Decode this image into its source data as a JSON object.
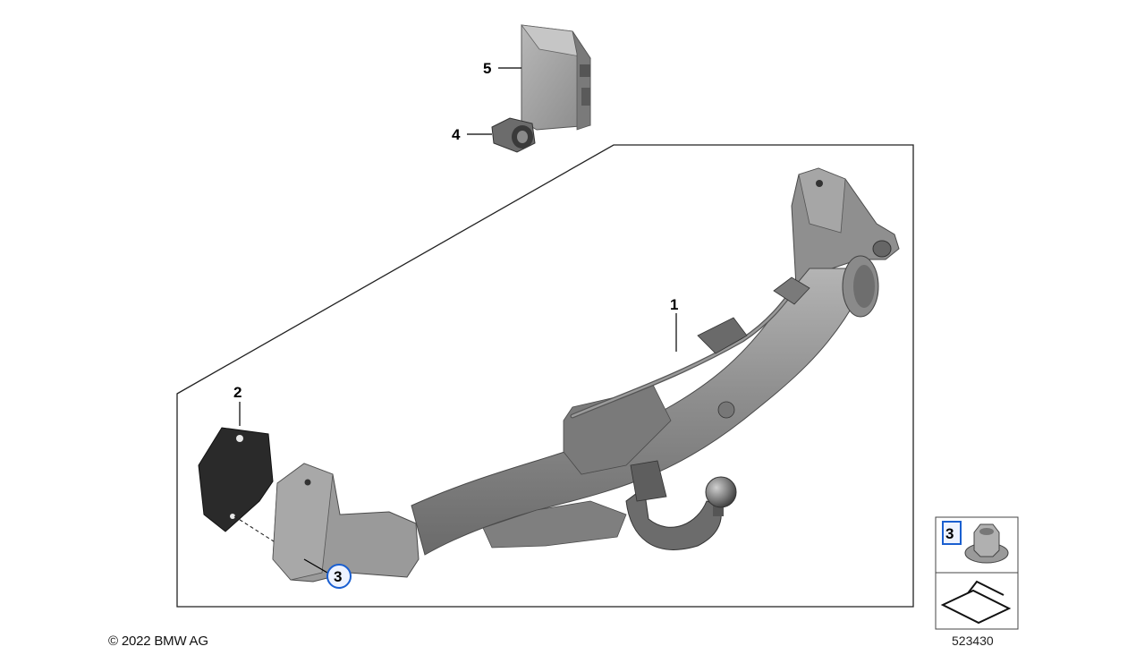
{
  "callouts": {
    "part_1": "1",
    "part_2": "2",
    "part_3": "3",
    "part_4": "4",
    "part_5": "5"
  },
  "legend": {
    "part_ref": "3"
  },
  "footer": {
    "copyright": "© 2022 BMW AG",
    "diagram_number": "523430"
  },
  "colors": {
    "highlight": "#1a5fd0",
    "part_gray": "#8c8c8c",
    "gasket_black": "#2a2a2a"
  }
}
